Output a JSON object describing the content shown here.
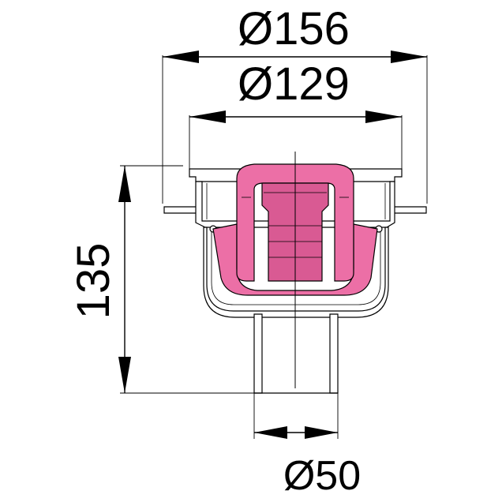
{
  "drawing": {
    "dimensions": {
      "outer_diameter": "Ø156",
      "inner_diameter": "Ø129",
      "height": "135",
      "outlet_diameter": "Ø50"
    },
    "colors": {
      "insert": "#ec6fa6",
      "insert_dark": "#d95a93",
      "line": "#000000",
      "background": "#ffffff"
    }
  }
}
